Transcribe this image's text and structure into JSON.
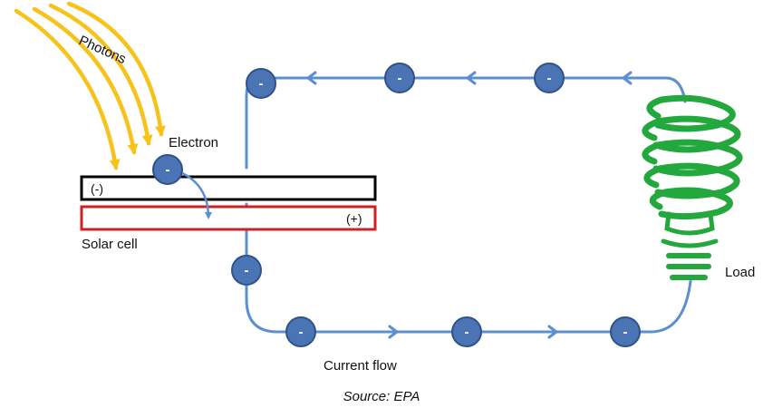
{
  "labels": {
    "photons": "Photons",
    "electron": "Electron",
    "negative_layer": "(-)",
    "positive_layer": "(+)",
    "solar_cell": "Solar cell",
    "load": "Load",
    "current_flow": "Current flow",
    "source": "Source: EPA"
  },
  "electron_sign": "-",
  "colors": {
    "circuit_wire": "#5b8fd1",
    "electron_fill": "#4a74b4",
    "electron_stroke": "#2e5289",
    "photon_rays": "#f6c21b",
    "bulb": "#22a83c",
    "negative_layer_border": "#000000",
    "positive_layer_border": "#cc2222"
  },
  "icons": {
    "load": "cfl-light-bulb-icon",
    "photons": "light-ray-icon"
  }
}
